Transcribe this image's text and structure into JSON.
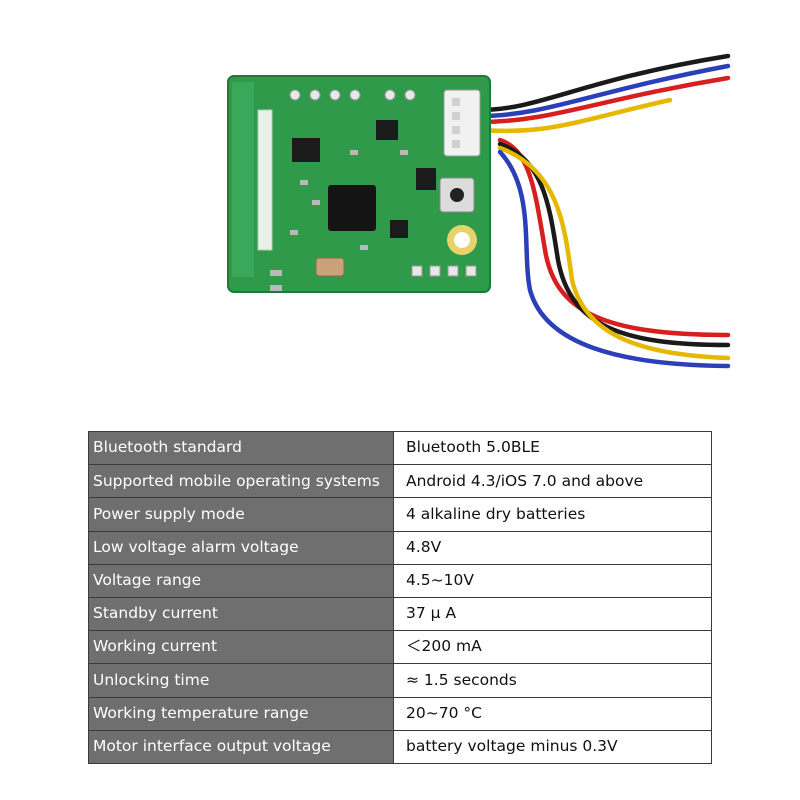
{
  "spec_table": {
    "rows": [
      {
        "key": "Bluetooth standard",
        "value": "Bluetooth 5.0BLE"
      },
      {
        "key": "Supported mobile operating systems",
        "value": "Android 4.3/iOS 7.0 and above"
      },
      {
        "key": "Power supply mode",
        "value": "4 alkaline dry batteries"
      },
      {
        "key": "Low voltage alarm voltage",
        "value": "4.8V"
      },
      {
        "key": "Voltage range",
        "value": "4.5~10V"
      },
      {
        "key": "Standby current",
        "value": "37 μ A"
      },
      {
        "key": "Working current",
        "value": "＜200 mA"
      },
      {
        "key": "Unlocking time",
        "value": "≈ 1.5 seconds"
      },
      {
        "key": "Working temperature range",
        "value": "20~70 °C"
      },
      {
        "key": "Motor interface output voltage",
        "value": "battery voltage minus 0.3V"
      }
    ]
  },
  "colors": {
    "pcb_green": "#2f9a4a",
    "table_header_bg": "#6f6f6f",
    "wire_red": "#d81e1e",
    "wire_black": "#1a1a1a",
    "wire_yellow": "#e6b800",
    "wire_blue": "#2a3fb8"
  }
}
